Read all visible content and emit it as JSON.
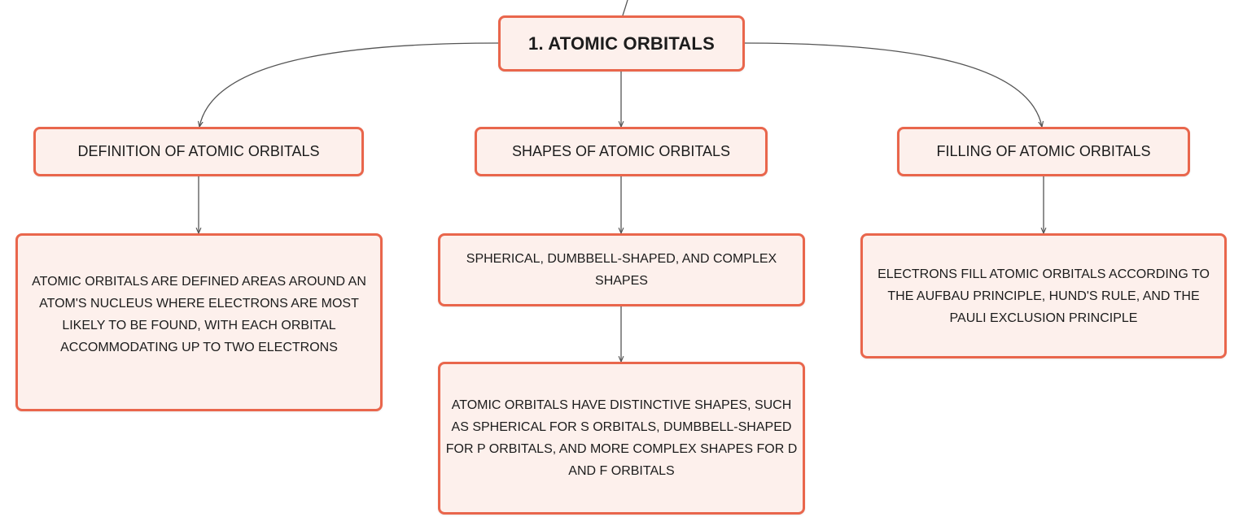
{
  "mindmap": {
    "root": {
      "label": "1. ATOMIC ORBITALS"
    },
    "branches": [
      {
        "label": "DEFINITION OF ATOMIC ORBITALS",
        "details": [
          "ATOMIC ORBITALS ARE DEFINED AREAS AROUND AN ATOM'S NUCLEUS WHERE ELECTRONS ARE MOST LIKELY TO BE FOUND, WITH EACH ORBITAL ACCOMMODATING UP TO TWO ELECTRONS"
        ]
      },
      {
        "label": "SHAPES OF ATOMIC ORBITALS",
        "details": [
          "SPHERICAL, DUMBBELL-SHAPED, AND COMPLEX SHAPES",
          "ATOMIC ORBITALS HAVE DISTINCTIVE SHAPES, SUCH AS SPHERICAL FOR S ORBITALS, DUMBBELL-SHAPED FOR P ORBITALS, AND MORE COMPLEX SHAPES FOR D AND F ORBITALS"
        ]
      },
      {
        "label": "FILLING OF ATOMIC ORBITALS",
        "details": [
          "ELECTRONS FILL ATOMIC ORBITALS ACCORDING TO THE AUFBAU PRINCIPLE, HUND'S RULE, AND THE PAULI EXCLUSION PRINCIPLE"
        ]
      }
    ]
  },
  "colors": {
    "node_border": "#e9664c",
    "node_fill": "#fdf0ec",
    "connector": "#555555",
    "text": "#1c1c1c"
  }
}
